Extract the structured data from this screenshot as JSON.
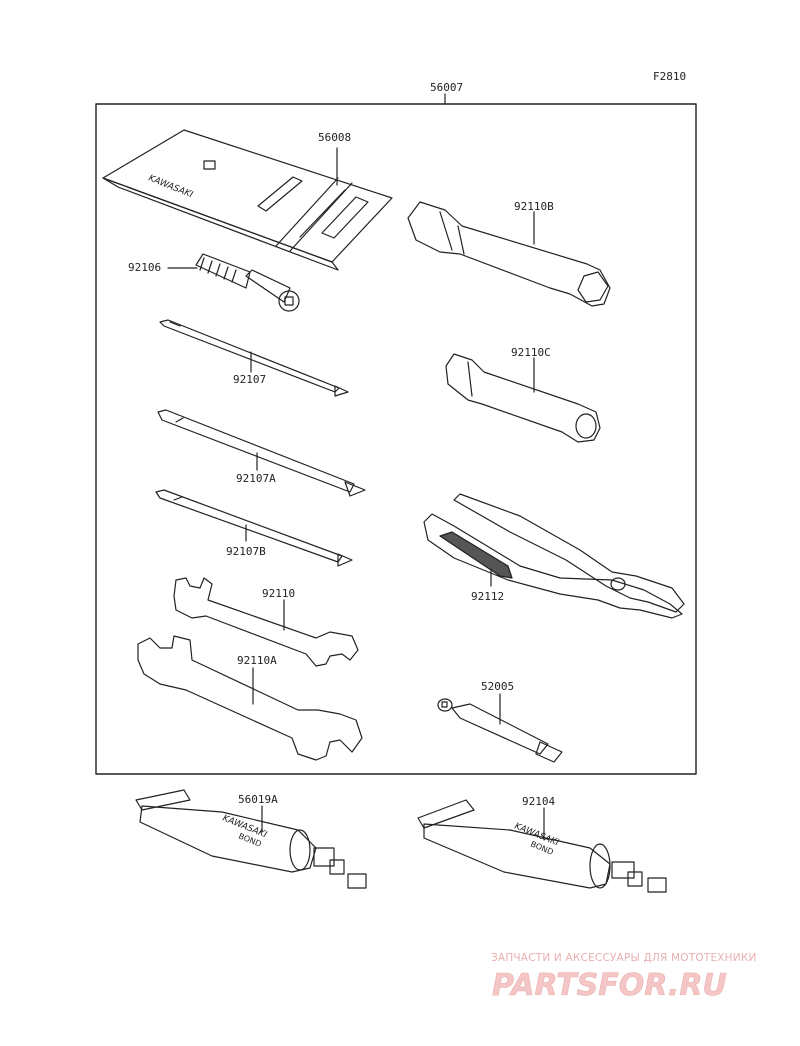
{
  "figure_code": "F2810",
  "parts": [
    {
      "id": "assembly",
      "number": "56007"
    },
    {
      "id": "pouch",
      "number": "56008"
    },
    {
      "id": "handle",
      "number": "92106"
    },
    {
      "id": "screwdriver-phillips",
      "number": "92107"
    },
    {
      "id": "screwdriver-flat",
      "number": "92107A"
    },
    {
      "id": "screwdriver-combo",
      "number": "92107B"
    },
    {
      "id": "wrench-small",
      "number": "92110"
    },
    {
      "id": "wrench-large",
      "number": "92110A"
    },
    {
      "id": "box-wrench-large",
      "number": "92110B"
    },
    {
      "id": "box-wrench-small",
      "number": "92110C"
    },
    {
      "id": "pliers",
      "number": "92112"
    },
    {
      "id": "gauge",
      "number": "52005"
    },
    {
      "id": "bond-left",
      "number": "56019A"
    },
    {
      "id": "bond-right",
      "number": "92104"
    }
  ],
  "brand_text": {
    "pouch": "KAWASAKI",
    "tube_line1": "KAWASAKI",
    "tube_line2": "BOND"
  },
  "watermark": {
    "tagline": "ЗАПЧАСТИ И АКСЕССУАРЫ ДЛЯ МОТОТЕХНИКИ",
    "logo": "PARTSFOR.RU",
    "color": "#f0b8b8"
  }
}
